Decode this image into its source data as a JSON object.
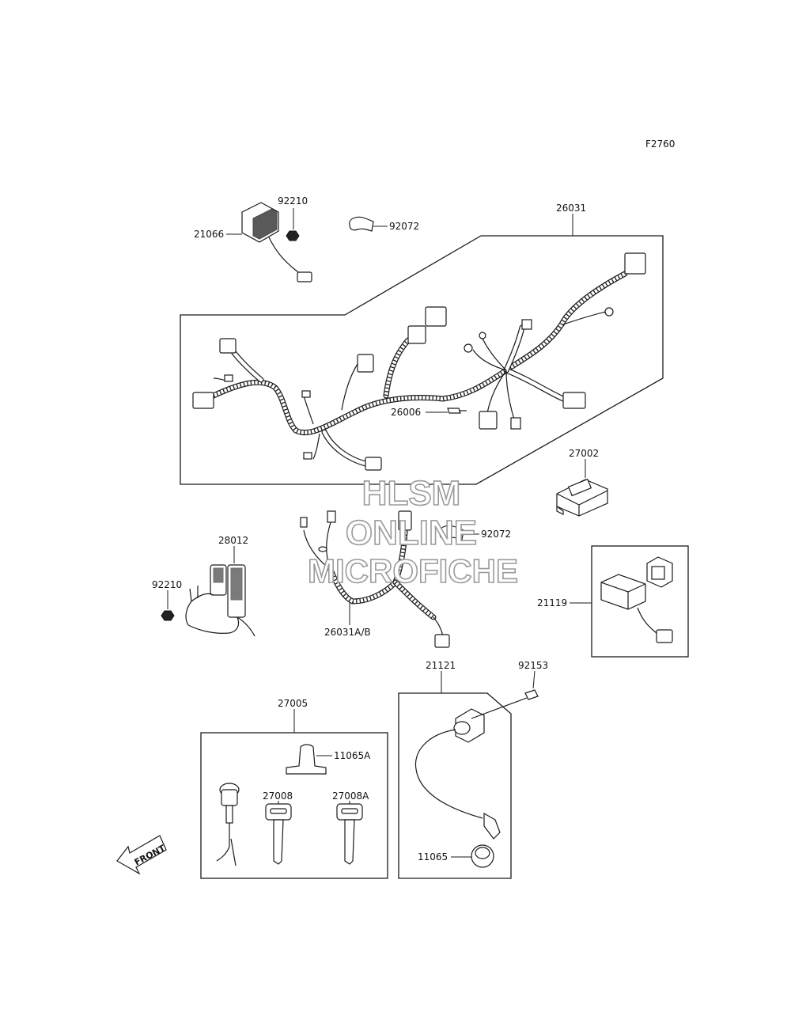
{
  "figure_id": "F2760",
  "watermark": [
    "HLSM",
    "ONLINE",
    "MICROFICHE"
  ],
  "front_label": "FRONT",
  "parts": {
    "p21066": "21066",
    "p92210_top": "92210",
    "p92072_top": "92072",
    "p26031": "26031",
    "p26006": "26006",
    "p27002": "27002",
    "p28012": "28012",
    "p92210_left": "92210",
    "p92072_mid": "92072",
    "p26031ab": "26031A/B",
    "p21119": "21119",
    "p27005": "27005",
    "p11065a": "11065A",
    "p27008": "27008",
    "p27008a": "27008A",
    "p21121": "21121",
    "p92153": "92153",
    "p11065": "11065"
  }
}
